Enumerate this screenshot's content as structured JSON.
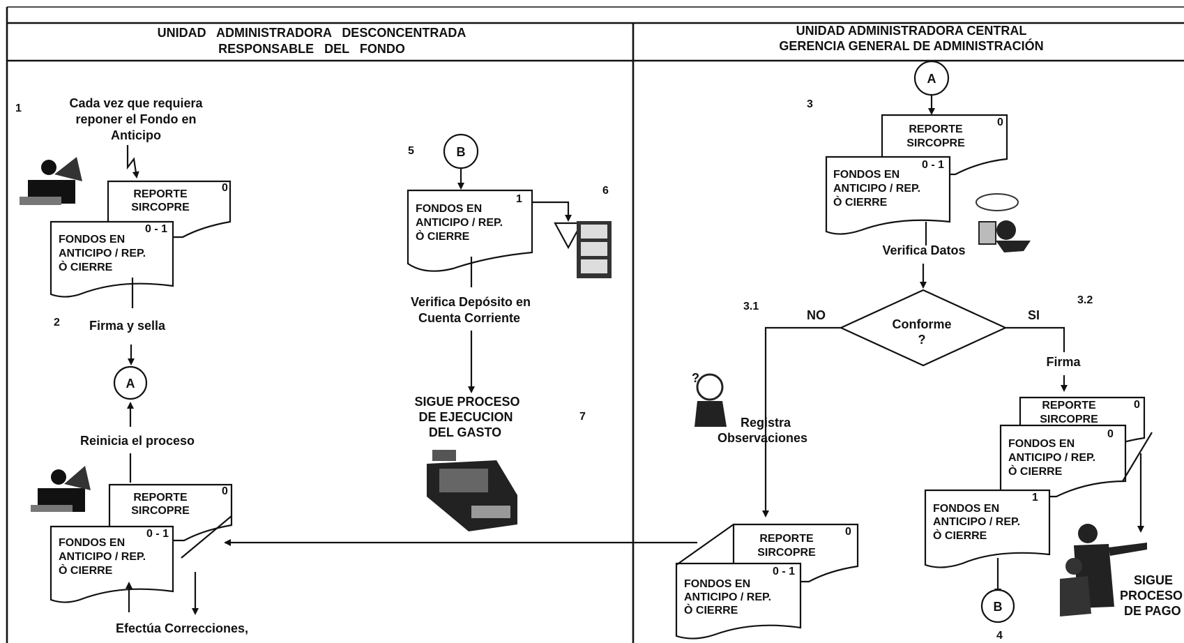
{
  "header": {
    "left_line1": "UNIDAD   ADMINISTRADORA   DESCONCENTRADA",
    "left_line2": "RESPONSABLE   DEL   FONDO",
    "right_line1": "UNIDAD ADMINISTRADORA CENTRAL",
    "right_line2": "GERENCIA GENERAL DE ADMINISTRACIÓN"
  },
  "steps": {
    "s1": "1",
    "s2": "2",
    "s3": "3",
    "s31": "3.1",
    "s32": "3.2",
    "s4": "4",
    "s5": "5",
    "s6": "6",
    "s7": "7"
  },
  "labels": {
    "start_line1": "Cada vez que requiera",
    "start_line2": "reponer el Fondo en",
    "start_line3": "Anticipo",
    "firma_sella": "Firma y sella",
    "reinicia": "Reinicia el proceso",
    "efectua": "Efectúa Correcciones,",
    "verifica_deposito_1": "Verifica Depósito en",
    "verifica_deposito_2": "Cuenta Corriente",
    "sigue_gasto_1": "SIGUE PROCESO",
    "sigue_gasto_2": "DE EJECUCION",
    "sigue_gasto_3": "DEL GASTO",
    "verifica_datos": "Verifica Datos",
    "decision_1": "Conforme",
    "decision_2": "?",
    "no": "NO",
    "si": "SI",
    "firma": "Firma",
    "registra_1": "Registra",
    "registra_2": "Observaciones",
    "sigue_pago_1": "SIGUE",
    "sigue_pago_2": "PROCESO",
    "sigue_pago_3": "DE PAGO"
  },
  "connectors": {
    "a": "A",
    "b": "B"
  },
  "documents": {
    "reporte_1": "REPORTE",
    "reporte_2": "SIRCOPRE",
    "fondos_1": "FONDOS EN",
    "fondos_2": "ANTICIPO / REP.",
    "fondos_3": "Ò CIERRE",
    "copy_0": "0",
    "copy_01": "0 - 1",
    "copy_1": "1"
  }
}
